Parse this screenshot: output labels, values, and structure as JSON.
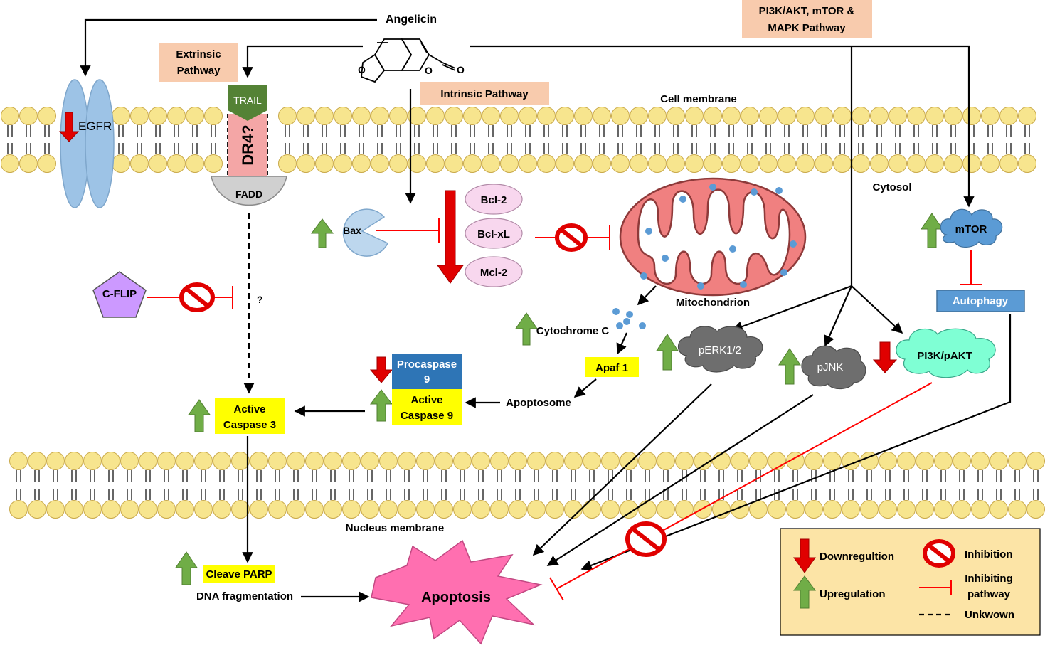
{
  "labels": {
    "angelicin": "Angelicin",
    "extrinsic_line1": "Extrinsic",
    "extrinsic_line2": "Pathway",
    "intrinsic": "Intrinsic Pathway",
    "pi3k_line1": "PI3K/AKT, mTOR &",
    "pi3k_line2": "MAPK Pathway",
    "cell_membrane": "Cell membrane",
    "cytosol": "Cytosol",
    "egfr": "EGFR",
    "trail": "TRAIL",
    "dr4": "DR4?",
    "fadd": "FADD",
    "bax": "Bax",
    "bcl2": "Bcl-2",
    "bclxl": "Bcl-xL",
    "mcl2": "Mcl-2",
    "mitochondrion": "Mitochondrion",
    "cytochrome_c": "Cytochrome C",
    "apaf1": "Apaf 1",
    "apoptosome": "Apoptosome",
    "procaspase_line1": "Procaspase",
    "procaspase_line2": "9",
    "active_c9_line1": "Active",
    "active_c9_line2": "Caspase 9",
    "active_c3_line1": "Active",
    "active_c3_line2": "Caspase 3",
    "cflip": "C-FLIP",
    "question": "?",
    "mtor": "mTOR",
    "autophagy": "Autophagy",
    "perk": "pERK1/2",
    "pjnk": "pJNK",
    "pi3k_pakt": "PI3K/pAKT",
    "nucleus_membrane": "Nucleus membrane",
    "cleave_parp": "Cleave PARP",
    "dna_fragmentation": "DNA fragmentation",
    "apoptosis": "Apoptosis"
  },
  "legend": {
    "downregulation": "Downregultion",
    "upregulation": "Upregulation",
    "inhibition": "Inhibition",
    "inhibiting_line1": "Inhibiting",
    "inhibiting_line2": "pathway",
    "unknown": "Unkwown"
  },
  "colors": {
    "lipid_head": "#F7E58E",
    "lipid_stroke": "#C9A94A",
    "label_peach": "#F8CBAD",
    "highlight_yellow": "#FFFF00",
    "egfr_blue": "#9DC3E6",
    "trail_green": "#548235",
    "dr4_pink": "#F4A6A6",
    "fadd_gray": "#D0D0D0",
    "bcl_pink": "#F8D7EE",
    "mito_red": "#F08080",
    "dots_blue": "#5B9BD5",
    "procaspase_blue": "#2E75B6",
    "cflip_purple": "#CC99FF",
    "mtor_blue": "#5B9BD5",
    "autophagy_blue": "#5B9BD5",
    "cloud_gray": "#6E6E6E",
    "pi3k_mint": "#7FFFD4",
    "apoptosis_pink": "#FF6FB0",
    "legend_bg": "#FCE4A6",
    "up_green": "#70AD47",
    "down_red": "#FF0000"
  }
}
